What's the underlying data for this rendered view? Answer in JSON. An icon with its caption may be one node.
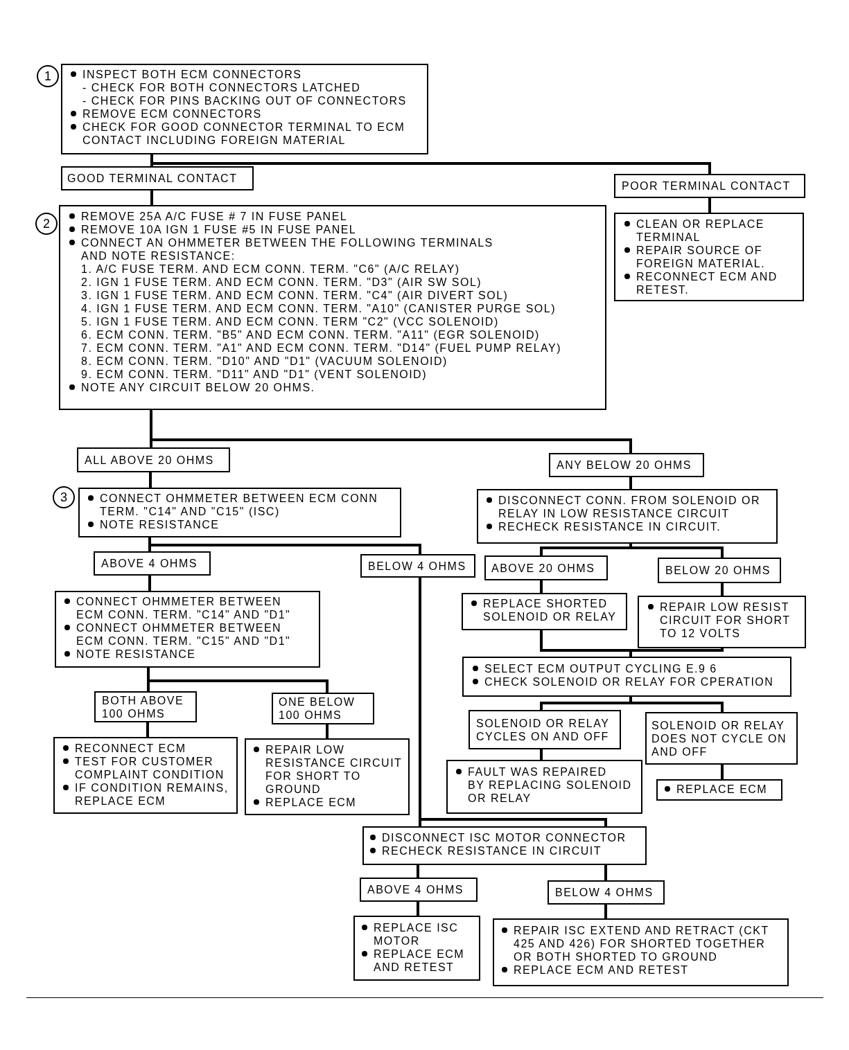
{
  "diagram": {
    "nodes": [
      {
        "text": [
          "INSPECT BOTH ECM CONNECTORS",
          "- CHECK FOR BOTH CONNECTORS LATCHED",
          "- CHECK FOR PINS BACKING OUT OF CONNECTORS",
          "REMOVE ECM CONNECTORS",
          "CHECK FOR GOOD CONNECTOR TERMINAL TO ECM CONTACT INCLUDING FOREIGN MATERIAL"
        ],
        "beside": [
          "1"
        ]
      },
      {
        "text": [
          "GOOD TERMINAL CONTACT"
        ]
      },
      {
        "text": [
          "POOR TERMINAL CONTACT"
        ]
      },
      {
        "text": [
          "REMOVE 25A A/C FUSE # 7 IN FUSE PANEL",
          "REMOVE 10A IGN 1 FUSE #5 IN FUSE PANEL",
          "CONNECT AN OHMMETER BETWEEN THE FOLLOWING TERMINALS AND NOTE RESISTANCE:",
          "1. A/C FUSE TERM. AND ECM CONN. TERM. \"C6\" (A/C RELAY)",
          "2. IGN 1 FUSE TERM. AND ECM CONN. TERM. \"D3\" (AIR SW SOL)",
          "3. IGN 1 FUSE TERM. AND ECM CONN. TERM. \"C4\" (AIR DIVERT SOL)",
          "4. IGN 1 FUSE TERM. AND ECM CONN. TERM. \"A10\" (CANISTER PURGE SOL)",
          "5. IGN 1 FUSE TERM. AND ECM CONN. TERM \"C2\" (VCC SOLENOID)",
          "6. ECM CONN. TERM. \"B5\" AND ECM CONN. TERM. \"A11\" (EGR SOLENOID)",
          "7. ECM CONN. TERM. \"A1\" AND ECM CONN. TERM. \"D14\" (FUEL PUMP RELAY)",
          "8. ECM CONN. TERM. \"D10\" AND \"D1\" (VACUUM SOLENOID)",
          "9. ECM CONN. TERM. \"D11\" AND \"D1\" (VENT SOLENOID)",
          "NOTE ANY CIRCUIT BELOW 20 OHMS."
        ],
        "beside": [
          "2"
        ]
      },
      {
        "text": [
          "CLEAN OR REPLACE TERMINAL",
          "REPAIR SOURCE OF FOREIGN MATERIAL.",
          "RECONNECT ECM AND RETEST."
        ]
      },
      {
        "text": [
          "ALL ABOVE 20 OHMS"
        ]
      },
      {
        "text": [
          "ANY BELOW 20 OHMS"
        ]
      },
      {
        "text": [
          "CONNECT OHMMETER BETWEEN ECM CONN TERM. \"C14\" AND \"C15\" (ISC)",
          "NOTE RESISTANCE"
        ],
        "beside": [
          "3"
        ]
      },
      {
        "text": [
          "ABOVE 4 OHMS"
        ]
      },
      {
        "text": [
          "BELOW 4 OHMS"
        ]
      },
      {
        "text": [
          "CONNECT OHMMETER BETWEEN ECM CONN. TERM. \"C14\" AND \"D1\"",
          "CONNECT OHMMETER BETWEEN ECM CONN. TERM. \"C15\" AND \"D1\"",
          "NOTE RESISTANCE"
        ]
      },
      {
        "text": [
          "BOTH ABOVE 100 OHMS"
        ]
      },
      {
        "text": [
          "ONE BELOW 100 OHMS"
        ]
      },
      {
        "text": [
          "RECONNECT ECM",
          "TEST FOR CUSTOMER COMPLAINT CONDITION",
          "IF CONDITION REMAINS, REPLACE ECM"
        ]
      },
      {
        "text": [
          "REPAIR LOW RESISTANCE CIRCUIT FOR SHORT TO GROUND",
          "REPLACE ECM"
        ]
      },
      {
        "text": [
          "DISCONNECT CONN. FROM SOLENOID OR RELAY IN LOW RESISTANCE CIRCUIT",
          "RECHECK RESISTANCE IN CIRCUIT."
        ]
      },
      {
        "text": [
          "ABOVE 20 OHMS"
        ]
      },
      {
        "text": [
          "BELOW 20 OHMS"
        ]
      },
      {
        "text": [
          "REPLACE SHORTED SOLENOID OR RELAY"
        ]
      },
      {
        "text": [
          "REPAIR LOW RESIST CIRCUIT FOR SHORT TO 12 VOLTS"
        ]
      },
      {
        "text": [
          "SELECT ECM OUTPUT CYCLING E.9 6",
          "CHECK SOLENOID OR RELAY FOR CPERATION"
        ]
      },
      {
        "text": [
          "SOLENOID OR RELAY CYCLES ON AND OFF"
        ]
      },
      {
        "text": [
          "SOLENOID OR RELAY DOES NOT CYCLE ON AND OFF"
        ]
      },
      {
        "text": [
          "FAULT WAS REPAIRED BY REPLACING SOLENOID OR RELAY"
        ]
      },
      {
        "text": [
          "REPLACE ECM"
        ]
      },
      {
        "text": [
          "DISCONNECT ISC MOTOR CONNECTOR",
          "RECHECK RESISTANCE IN CIRCUIT"
        ]
      },
      {
        "text": [
          "ABOVE 4 OHMS"
        ]
      },
      {
        "text": [
          "BELOW 4 OHMS"
        ]
      },
      {
        "text": [
          "REPLACE ISC MOTOR",
          "REPLACE ECM AND RETEST"
        ]
      },
      {
        "text": [
          "REPAIR ISC EXTEND AND RETRACT (CKT 425 AND 426) FOR SHORTED TOGETHER OR BOTH SHORTED TO GROUND",
          "REPLACE ECM AND RETEST"
        ]
      }
    ],
    "edges": [
      {
        "from": 0,
        "to": 1,
        "arrow": "none"
      },
      {
        "from": 0,
        "to": 2,
        "arrow": "none"
      },
      {
        "from": 1,
        "to": 3,
        "arrow": "none"
      },
      {
        "from": 2,
        "to": 4,
        "arrow": "none"
      },
      {
        "from": 3,
        "to": 5,
        "arrow": "none"
      },
      {
        "from": 3,
        "to": 6,
        "arrow": "none"
      },
      {
        "from": 5,
        "to": 7,
        "arrow": "none"
      },
      {
        "from": 7,
        "to": 8,
        "arrow": "none"
      },
      {
        "from": 7,
        "to": 9,
        "arrow": "none"
      },
      {
        "from": 8,
        "to": 10,
        "arrow": "none"
      },
      {
        "from": 10,
        "to": 11,
        "arrow": "none"
      },
      {
        "from": 10,
        "to": 12,
        "arrow": "none"
      },
      {
        "from": 11,
        "to": 13,
        "arrow": "none"
      },
      {
        "from": 12,
        "to": 14,
        "arrow": "none"
      },
      {
        "from": 9,
        "to": 25,
        "arrow": "none"
      },
      {
        "from": 6,
        "to": 15,
        "arrow": "none"
      },
      {
        "from": 15,
        "to": 16,
        "arrow": "none"
      },
      {
        "from": 15,
        "to": 17,
        "arrow": "none"
      },
      {
        "from": 16,
        "to": 18,
        "arrow": "none"
      },
      {
        "from": 17,
        "to": 19,
        "arrow": "none"
      },
      {
        "from": 18,
        "to": 20,
        "arrow": "none"
      },
      {
        "from": 19,
        "to": 20,
        "arrow": "none"
      },
      {
        "from": 20,
        "to": 21,
        "arrow": "none"
      },
      {
        "from": 20,
        "to": 22,
        "arrow": "none"
      },
      {
        "from": 21,
        "to": 23,
        "arrow": "none"
      },
      {
        "from": 22,
        "to": 24,
        "arrow": "none"
      },
      {
        "from": 25,
        "to": 26,
        "arrow": "none"
      },
      {
        "from": 25,
        "to": 27,
        "arrow": "none"
      },
      {
        "from": 26,
        "to": 28,
        "arrow": "none"
      },
      {
        "from": 27,
        "to": 29,
        "arrow": "none"
      }
    ]
  }
}
